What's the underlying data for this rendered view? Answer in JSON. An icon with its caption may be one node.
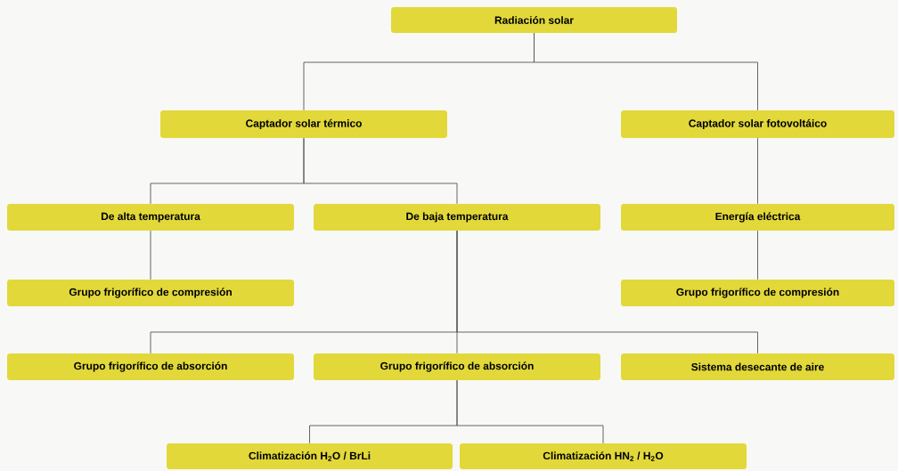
{
  "diagram": {
    "nodes": [
      {
        "text": [
          "Radiación solar"
        ]
      },
      {
        "text": [
          "Captador solar térmico"
        ]
      },
      {
        "text": [
          "Captador solar fotovoltáico"
        ]
      },
      {
        "text": [
          "De alta temperatura"
        ]
      },
      {
        "text": [
          "De baja temperatura"
        ]
      },
      {
        "text": [
          "Energía eléctrica"
        ]
      },
      {
        "text": [
          "Grupo frigorífico de compresión"
        ]
      },
      {
        "text": [
          "Grupo frigorífico de compresión"
        ]
      },
      {
        "text": [
          "Grupo frigorífico de absorción"
        ]
      },
      {
        "text": [
          "Grupo frigorífico de absorción"
        ]
      },
      {
        "text": [
          "Sistema desecante de aire"
        ]
      },
      {
        "text": [
          "Climatización H$_{2}$O / BrLi"
        ]
      },
      {
        "text": [
          "Climatización HN$_{2}$ / H$_{2}$O"
        ]
      }
    ],
    "edges": [
      {
        "from": 0,
        "to": 1,
        "arrow": "none"
      },
      {
        "from": 0,
        "to": 2,
        "arrow": "none"
      },
      {
        "from": 1,
        "to": 3,
        "arrow": "none"
      },
      {
        "from": 1,
        "to": 4,
        "arrow": "none"
      },
      {
        "from": 3,
        "to": 6,
        "arrow": "none"
      },
      {
        "from": 2,
        "to": 5,
        "arrow": "none"
      },
      {
        "from": 5,
        "to": 7,
        "arrow": "none"
      },
      {
        "from": 4,
        "to": 8,
        "arrow": "none"
      },
      {
        "from": 4,
        "to": 9,
        "arrow": "none"
      },
      {
        "from": 4,
        "to": 10,
        "arrow": "none"
      },
      {
        "from": 9,
        "to": 11,
        "arrow": "none"
      },
      {
        "from": 9,
        "to": 12,
        "arrow": "none"
      }
    ]
  }
}
